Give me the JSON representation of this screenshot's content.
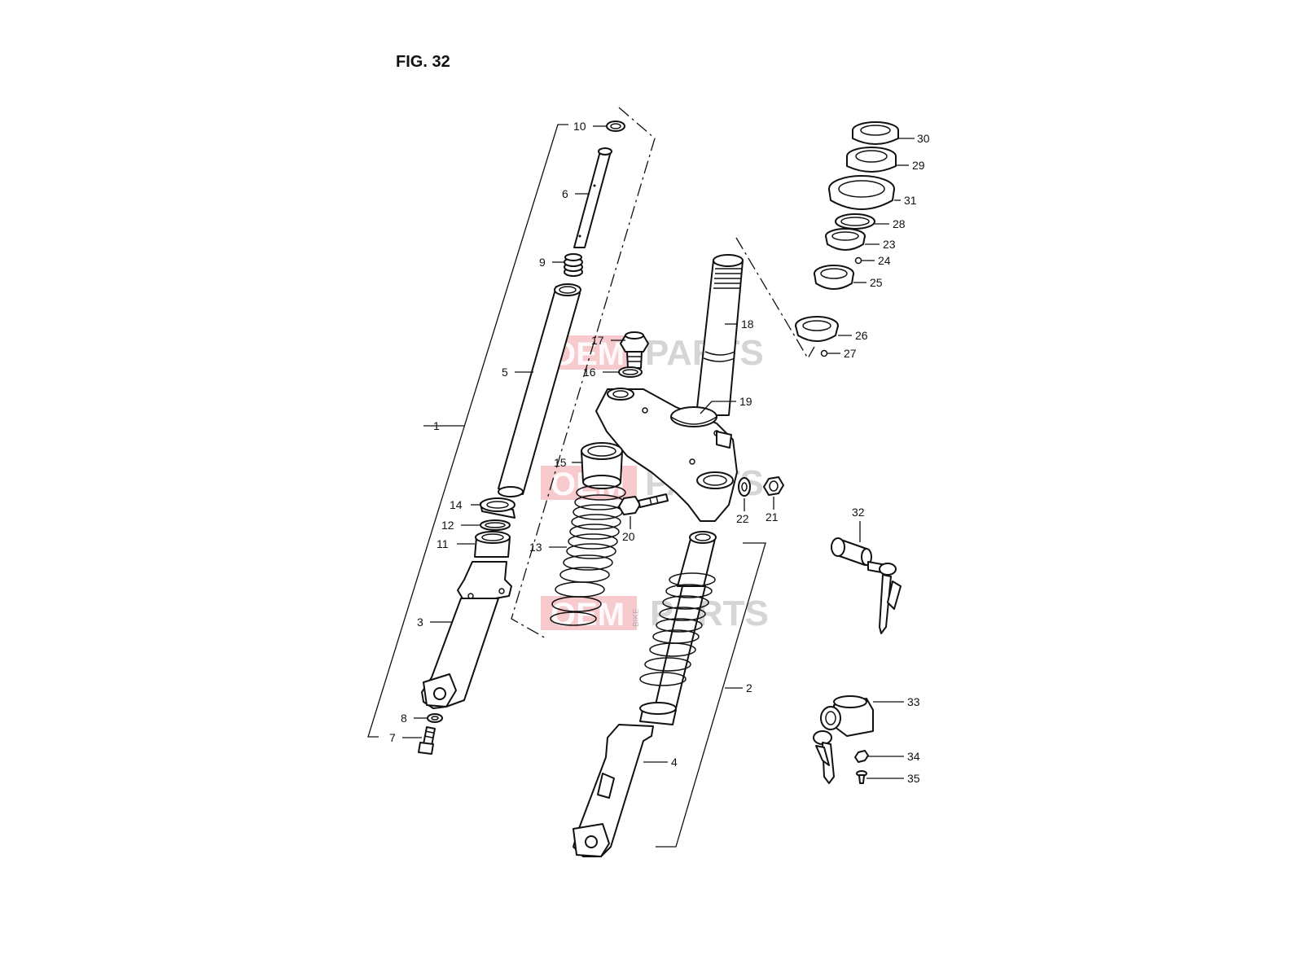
{
  "figure": {
    "title": "FIG. 32"
  },
  "watermark": {
    "left": "OEM",
    "mid": "BIKE",
    "right": "PARTS",
    "accent": "#e6515d"
  },
  "callouts": [
    {
      "id": "1",
      "label": "1"
    },
    {
      "id": "2",
      "label": "2"
    },
    {
      "id": "3",
      "label": "3"
    },
    {
      "id": "4",
      "label": "4"
    },
    {
      "id": "5",
      "label": "5"
    },
    {
      "id": "6",
      "label": "6"
    },
    {
      "id": "7",
      "label": "7"
    },
    {
      "id": "8",
      "label": "8"
    },
    {
      "id": "9",
      "label": "9"
    },
    {
      "id": "10",
      "label": "10"
    },
    {
      "id": "11",
      "label": "11"
    },
    {
      "id": "12",
      "label": "12"
    },
    {
      "id": "13",
      "label": "13"
    },
    {
      "id": "14",
      "label": "14"
    },
    {
      "id": "15",
      "label": "15"
    },
    {
      "id": "16",
      "label": "16"
    },
    {
      "id": "17",
      "label": "17"
    },
    {
      "id": "18",
      "label": "18"
    },
    {
      "id": "19",
      "label": "19"
    },
    {
      "id": "20",
      "label": "20"
    },
    {
      "id": "21",
      "label": "21"
    },
    {
      "id": "22",
      "label": "22"
    },
    {
      "id": "23",
      "label": "23"
    },
    {
      "id": "24",
      "label": "24"
    },
    {
      "id": "25",
      "label": "25"
    },
    {
      "id": "26",
      "label": "26"
    },
    {
      "id": "27",
      "label": "27"
    },
    {
      "id": "28",
      "label": "28"
    },
    {
      "id": "29",
      "label": "29"
    },
    {
      "id": "30",
      "label": "30"
    },
    {
      "id": "31",
      "label": "31"
    },
    {
      "id": "32",
      "label": "32"
    },
    {
      "id": "33",
      "label": "33"
    },
    {
      "id": "34",
      "label": "34"
    },
    {
      "id": "35",
      "label": "35"
    }
  ]
}
